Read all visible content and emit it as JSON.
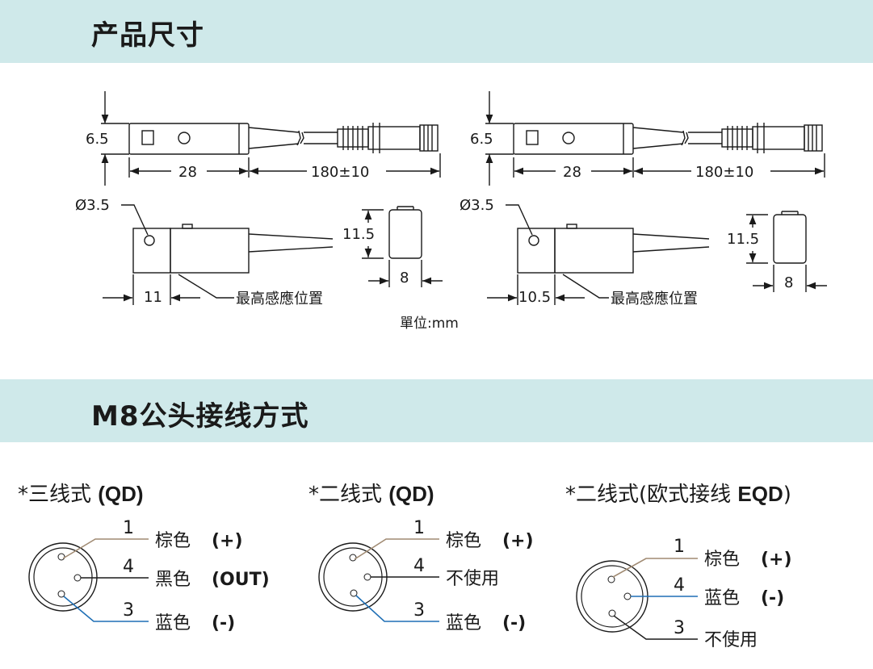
{
  "sections": {
    "dimensions_title": "产品尺寸",
    "wiring_title": "M8公头接线方式"
  },
  "colors": {
    "band": "#cfe9ea",
    "brown_wire": "#a08a72",
    "blue_wire": "#1f6fb5"
  },
  "drawing_left": {
    "height": "6.5",
    "body_length": "28",
    "cable_length": "180±10",
    "hole": "Ø3.5",
    "side_height": "11.5",
    "width": "8",
    "sensing_offset": "11",
    "sensing_label": "最高感應位置"
  },
  "drawing_right": {
    "height": "6.5",
    "body_length": "28",
    "cable_length": "180±10",
    "hole": "Ø3.5",
    "side_height": "11.5",
    "width": "8",
    "sensing_offset": "10.5",
    "sensing_label": "最高感應位置"
  },
  "unit": "單位:mm",
  "wiring": [
    {
      "prefix": "*三线式 ",
      "code": "(QD)",
      "pins": [
        {
          "num": "1",
          "color": "棕色",
          "signal": "(+)"
        },
        {
          "num": "4",
          "color": "黑色",
          "signal": "(OUT)"
        },
        {
          "num": "3",
          "color": "蓝色",
          "signal": "(-)"
        }
      ]
    },
    {
      "prefix": "*二线式 ",
      "code": "(QD)",
      "pins": [
        {
          "num": "1",
          "color": "棕色",
          "signal": "(+)"
        },
        {
          "num": "4",
          "color": "不使用",
          "signal": ""
        },
        {
          "num": "3",
          "color": "蓝色",
          "signal": "(-)"
        }
      ]
    },
    {
      "prefix": "*二线式(欧式接线  ",
      "code": "EQD",
      "suffix": ")",
      "pins": [
        {
          "num": "1",
          "color": "棕色",
          "signal": "(+)"
        },
        {
          "num": "4",
          "color": "蓝色",
          "signal": "(-)"
        },
        {
          "num": "3",
          "color": "不使用",
          "signal": ""
        }
      ]
    }
  ]
}
